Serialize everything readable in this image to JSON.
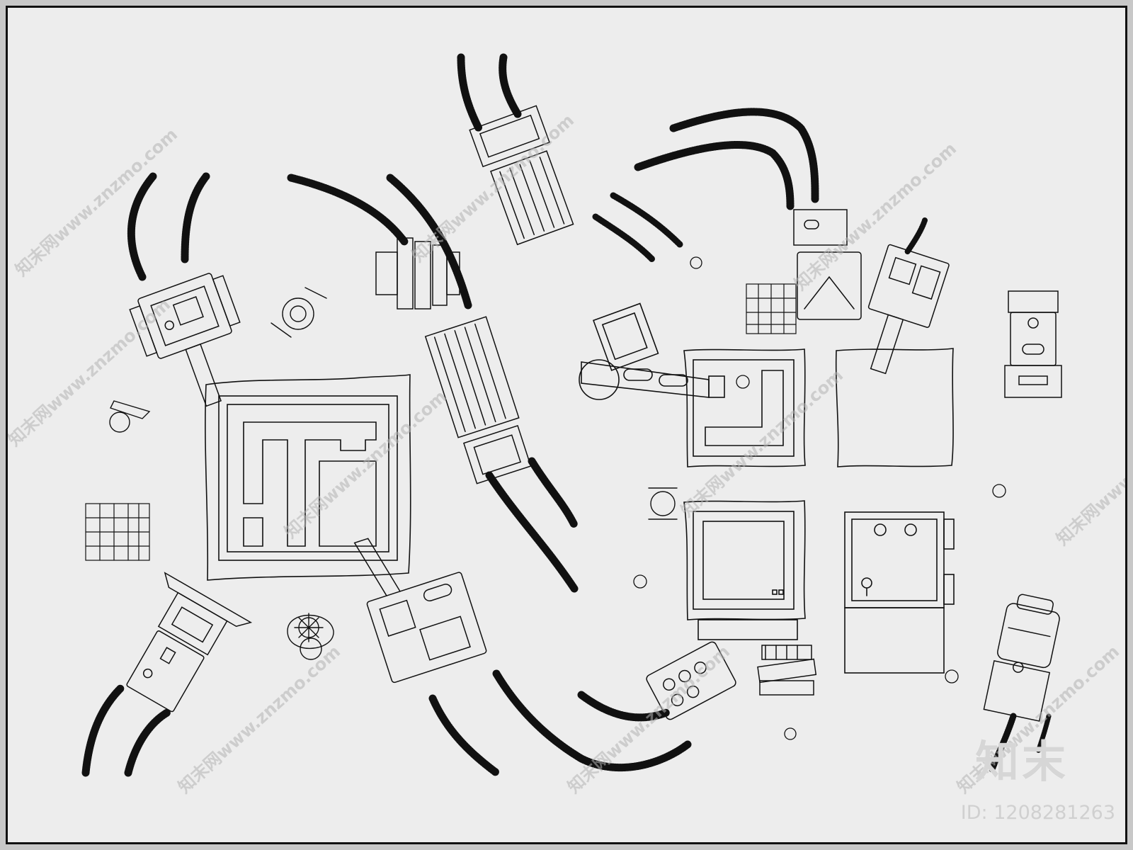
{
  "watermark": {
    "site": "知末网www.znzmo.com",
    "brand": "知末",
    "id": "ID: 1208281263"
  }
}
